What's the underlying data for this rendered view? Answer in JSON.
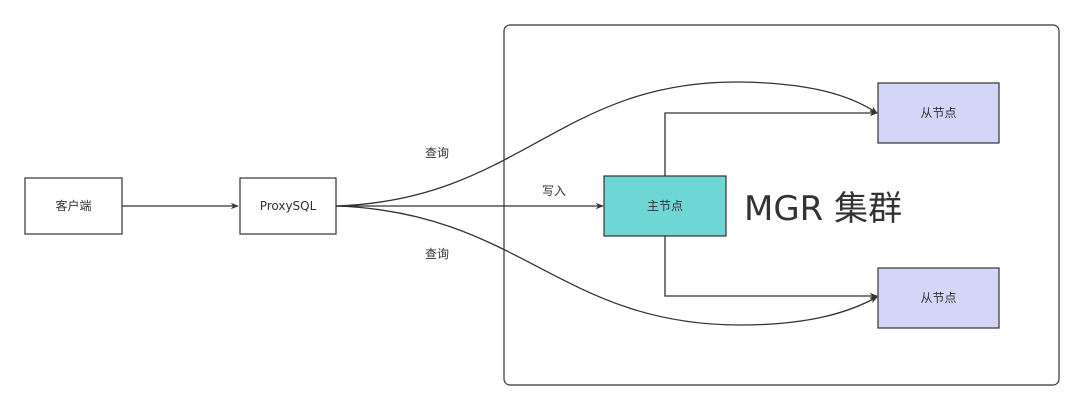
{
  "cluster": {
    "title": "MGR 集群"
  },
  "nodes": {
    "client": "客户端",
    "proxysql": "ProxySQL",
    "primary": "主节点",
    "replica_top": "从节点",
    "replica_bottom": "从节点"
  },
  "edges": {
    "query_top": "查询",
    "write": "写入",
    "query_bottom": "查询"
  },
  "colors": {
    "primary_fill": "#6fd6d6",
    "replica_fill": "#d4d6f7",
    "stroke": "#333333",
    "default_fill": "#ffffff"
  }
}
